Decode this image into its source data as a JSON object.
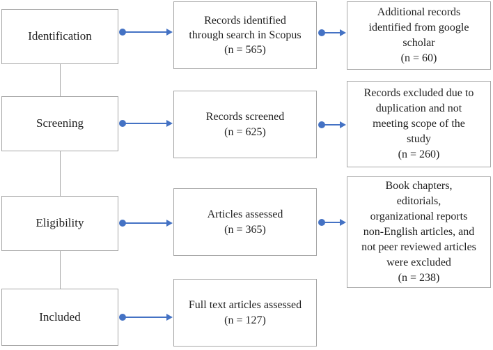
{
  "stages": [
    {
      "label": "Identification"
    },
    {
      "label": "Screening"
    },
    {
      "label": "Eligibility"
    },
    {
      "label": "Included"
    }
  ],
  "process_boxes": [
    {
      "lines": [
        "Records identified",
        "through search in Scopus",
        "(n = 565)"
      ],
      "n": 565
    },
    {
      "lines": [
        "Records screened",
        "(n = 625)"
      ],
      "n": 625
    },
    {
      "lines": [
        "Articles assessed",
        "(n = 365)"
      ],
      "n": 365
    },
    {
      "lines": [
        "Full text articles assessed",
        "(n = 127)"
      ],
      "n": 127
    }
  ],
  "side_boxes": [
    {
      "lines": [
        "Additional records",
        "identified from google",
        "scholar",
        "(n = 60)"
      ],
      "n": 60
    },
    {
      "lines": [
        "Records excluded due to",
        "duplication and not",
        "meeting scope of the",
        "study",
        "(n = 260)"
      ],
      "n": 260
    },
    {
      "lines": [
        "Book chapters,",
        "editorials,",
        "organizational reports",
        "non-English articles, and",
        "not peer reviewed articles",
        "were excluded",
        "(n = 238)"
      ],
      "n": 238
    }
  ],
  "colors": {
    "arrow": "#4472C4",
    "box_border": "#A6A6A6",
    "connector": "#A6A6A6",
    "text": "#1F1F1F",
    "background": "#FFFFFF"
  }
}
